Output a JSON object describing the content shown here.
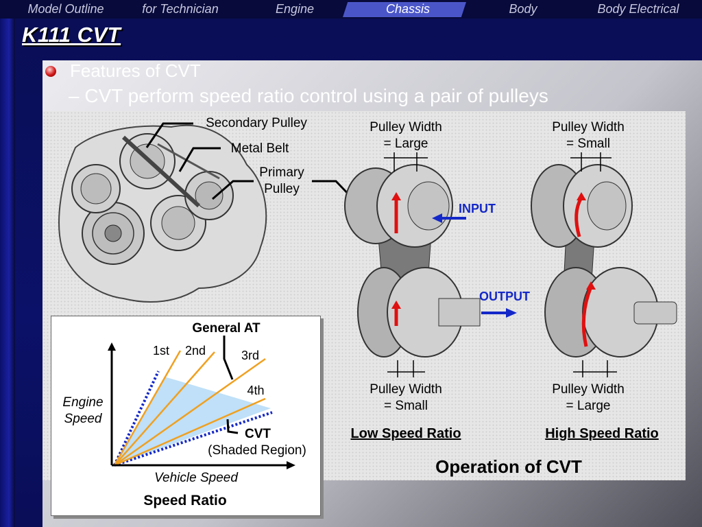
{
  "nav": {
    "tabs": [
      "Model Outline",
      "for Technician",
      "Engine",
      "Chassis",
      "Body",
      "Body Electrical"
    ],
    "active_tab": "Chassis"
  },
  "slide": {
    "title": "K111 CVT",
    "heading": "Features of CVT",
    "subheading": "– CVT perform speed ratio control using a pair of pulleys"
  },
  "diagram": {
    "label_secondary_pulley": "Secondary Pulley",
    "label_metal_belt": "Metal Belt",
    "label_primary_pulley_1": "Primary",
    "label_primary_pulley_2": "Pulley",
    "left_top_width_1": "Pulley Width",
    "left_top_width_2": "= Large",
    "right_top_width_1": "Pulley Width",
    "right_top_width_2": "= Small",
    "left_bottom_width_1": "Pulley Width",
    "left_bottom_width_2": "= Small",
    "right_bottom_width_1": "Pulley Width",
    "right_bottom_width_2": "= Large",
    "input_label": "INPUT",
    "output_label": "OUTPUT",
    "low_speed_ratio": "Low Speed Ratio",
    "high_speed_ratio": "High Speed Ratio",
    "operation_title": "Operation of CVT"
  },
  "chart": {
    "general_at": "General AT",
    "gear_1": "1st",
    "gear_2": "2nd",
    "gear_3": "3rd",
    "gear_4": "4th",
    "cvt_label": "CVT",
    "cvt_region": "(Shaded Region)",
    "ylabel_1": "Engine",
    "ylabel_2": "Speed",
    "xlabel": "Vehicle Speed",
    "caption": "Speed Ratio"
  },
  "colors": {
    "background": "#0b1168",
    "active_tab": "#4a56c8",
    "arrow_blue": "#1428c8",
    "arrow_red": "#e01010",
    "gear_line": "#f0a020",
    "cvt_region": "#bfe0f8"
  }
}
